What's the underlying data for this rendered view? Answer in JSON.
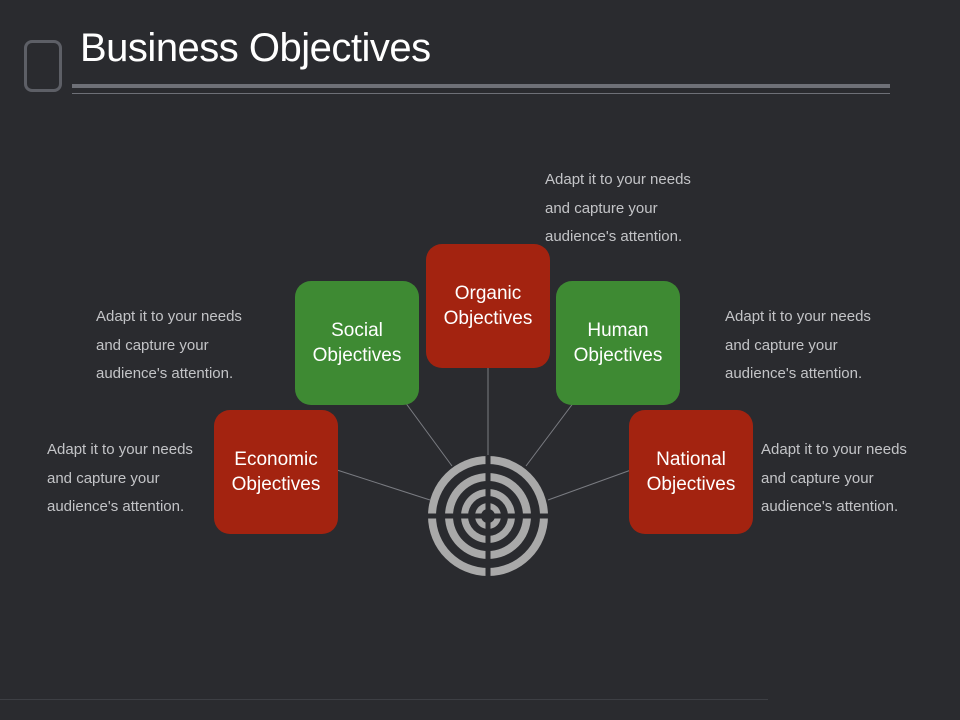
{
  "slide": {
    "title": "Business Objectives"
  },
  "nodes": [
    {
      "id": "economic",
      "label": "Economic Objectives",
      "color": "#a32310",
      "description": "Adapt it to your needs and capture your audience's attention."
    },
    {
      "id": "social",
      "label": "Social Objectives",
      "color": "#3e8a33",
      "description": "Adapt it to your needs and capture your audience's attention."
    },
    {
      "id": "organic",
      "label": "Organic Objectives",
      "color": "#a32310",
      "description": "Adapt it to your needs and capture your audience's attention."
    },
    {
      "id": "human",
      "label": "Human Objectives",
      "color": "#3e8a33",
      "description": "Adapt it to your needs and capture your audience's attention."
    },
    {
      "id": "national",
      "label": "National Objectives",
      "color": "#a32310",
      "description": "Adapt it to your needs and capture your audience's attention."
    }
  ],
  "center_icon": "target-icon",
  "colors": {
    "background": "#2a2b2f",
    "red": "#a32310",
    "green": "#3e8a33",
    "target": "#a9a9a9",
    "text_muted": "#c3c4c7"
  }
}
